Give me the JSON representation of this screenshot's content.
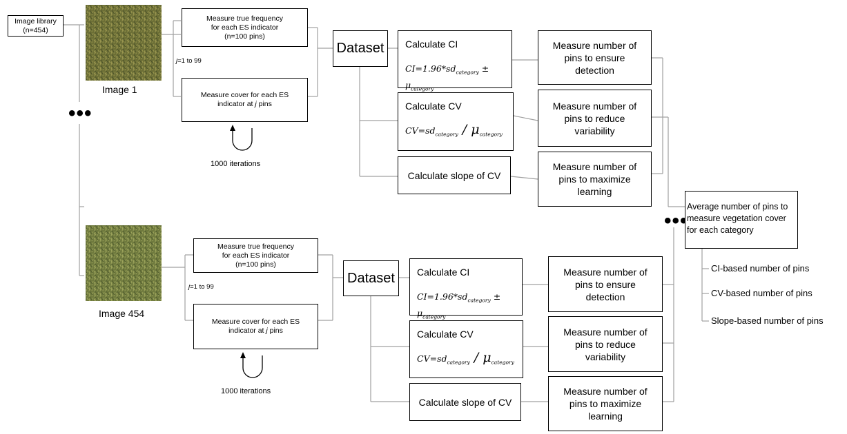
{
  "library": {
    "line1": "Image library",
    "line2": "(n=454)"
  },
  "branches": [
    {
      "image_label": "Image 1",
      "measure_true": {
        "line1": "Measure true frequency",
        "line2": "for each ES indicator",
        "line3": "(n=100 pins)"
      },
      "j_range": {
        "var": "j",
        "text": "=1 to 99"
      },
      "measure_cover": {
        "line1": "Measure cover for each ES",
        "line2_pre": "indicator at ",
        "line2_var": "j",
        "line2_post": " pins"
      },
      "iterations": "1000 iterations",
      "dataset": "Dataset",
      "calc_ci": {
        "title": "Calculate CI",
        "formula_pre": "CI=1.96*sd",
        "sub1": "category",
        "pm": " ± μ",
        "sub2": "category"
      },
      "calc_cv": {
        "title": "Calculate CV",
        "formula_pre": "CV=sd",
        "sub1": "category",
        "div": " / μ",
        "sub2": "category"
      },
      "calc_slope": "Calculate slope of CV",
      "m1": {
        "line1": "Measure number of",
        "line2": "pins to ensure",
        "line3": "detection"
      },
      "m2": {
        "line1": "Measure number of",
        "line2": "pins to reduce",
        "line3": "variability"
      },
      "m3": {
        "line1": "Measure number of",
        "line2": "pins to maximize",
        "line3": "learning"
      }
    },
    {
      "image_label": "Image 454",
      "measure_true": {
        "line1": "Measure true frequency",
        "line2": "for each ES indicator",
        "line3": "(n=100 pins)"
      },
      "j_range": {
        "var": "j",
        "text": "=1 to 99"
      },
      "measure_cover": {
        "line1": "Measure cover for each ES",
        "line2_pre": "indicator at ",
        "line2_var": "j",
        "line2_post": " pins"
      },
      "iterations": "1000 iterations",
      "dataset": "Dataset",
      "calc_ci": {
        "title": "Calculate CI",
        "formula_pre": "CI=1.96*sd",
        "sub1": "category",
        "pm": " ± μ",
        "sub2": "category"
      },
      "calc_cv": {
        "title": "Calculate CV",
        "formula_pre": "CV=sd",
        "sub1": "category",
        "div": " / μ",
        "sub2": "category"
      },
      "calc_slope": "Calculate slope of CV",
      "m1": {
        "line1": "Measure number of",
        "line2": "pins to ensure",
        "line3": "detection"
      },
      "m2": {
        "line1": "Measure number of",
        "line2": "pins to reduce",
        "line3": "variability"
      },
      "m3": {
        "line1": "Measure number of",
        "line2": "pins to maximize",
        "line3": "learning"
      }
    }
  ],
  "ellipsis": "•••",
  "average": {
    "line1": "Average number of pins to",
    "line2": "measure vegetation cover",
    "line3": "for each category"
  },
  "outputs": [
    "CI-based number of pins",
    "CV-based number of pins",
    "Slope-based number of pins"
  ],
  "colors": {
    "line": "#999999",
    "border": "#000000",
    "grass_dark": "#5f6a33",
    "grass_light": "#8a8f4c"
  }
}
